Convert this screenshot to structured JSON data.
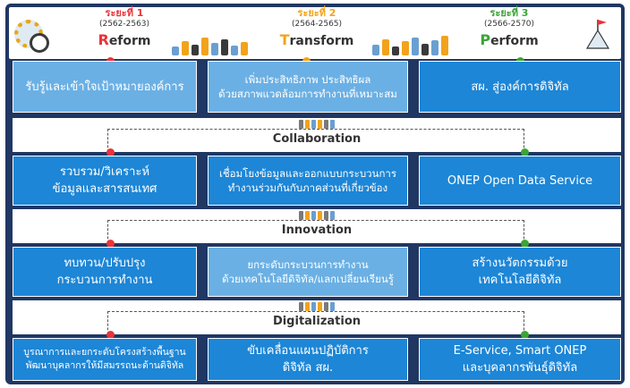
{
  "header": {
    "phases": [
      {
        "title": "ระยะที่ 1",
        "years": "(2562-2563)",
        "initial": "R",
        "rest": "eform",
        "color": "#e8343b"
      },
      {
        "title": "ระยะที่ 2",
        "years": "(2564-2565)",
        "initial": "T",
        "rest": "ransform",
        "color": "#f2a31b"
      },
      {
        "title": "ระยะที่ 3",
        "years": "(2566-2570)",
        "initial": "P",
        "rest": "erform",
        "color": "#3aa535"
      }
    ],
    "icons": [
      "gear-search-icon",
      "team-illustration-icon",
      "chart-illustration-icon",
      "summit-flag-icon"
    ]
  },
  "rows": [
    {
      "c1": "รับรู้และเข้าใจเป้าหมายองค์การ",
      "c2": "เพิ่มประสิทธิภาพ ประสิทธิผล\nด้วยสภาพแวดล้อมการทำงานที่เหมาะสม",
      "c3": "สผ. สู่องค์การดิจิทัล"
    },
    {
      "c1": "รวบรวม/วิเคราะห์\nข้อมูลและสารสนเทศ",
      "c2": "เชื่อมโยงข้อมูลและออกแบบกระบวนการ\nทำงานร่วมกันกับภาคส่วนที่เกี่ยวข้อง",
      "c3": "ONEP Open Data Service"
    },
    {
      "c1": "ทบทวน/ปรับปรุง\nกระบวนการทำงาน",
      "c2": "ยกระดับกระบวนการทำงาน\nด้วยเทคโนโลยีดิจิทัล/แลกเปลี่ยนเรียนรู้",
      "c3": "สร้างนวัตกรรมด้วย\nเทคโนโลยีดิจิทัล"
    },
    {
      "c1": "บูรณาการและยกระดับโครงสร้างพื้นฐาน\nพัฒนาบุคลากรให้มีสมรรถนะด้านดิจิทัล",
      "c2": "ขับเคลื่อนแผนปฏิบัติการ\nดิจิทัล สผ.",
      "c3": "E-Service, Smart ONEP\nและบุคลากรพันธุ์ดิจิทัล"
    }
  ],
  "bands": [
    "Collaboration",
    "Innovation",
    "Digitalization"
  ],
  "colors": {
    "frame": "#203764",
    "box_dark": "#1d86d6",
    "box_light": "#6bb0e4",
    "red": "#e8343b",
    "orange": "#f2a31b",
    "green": "#3aa535"
  }
}
